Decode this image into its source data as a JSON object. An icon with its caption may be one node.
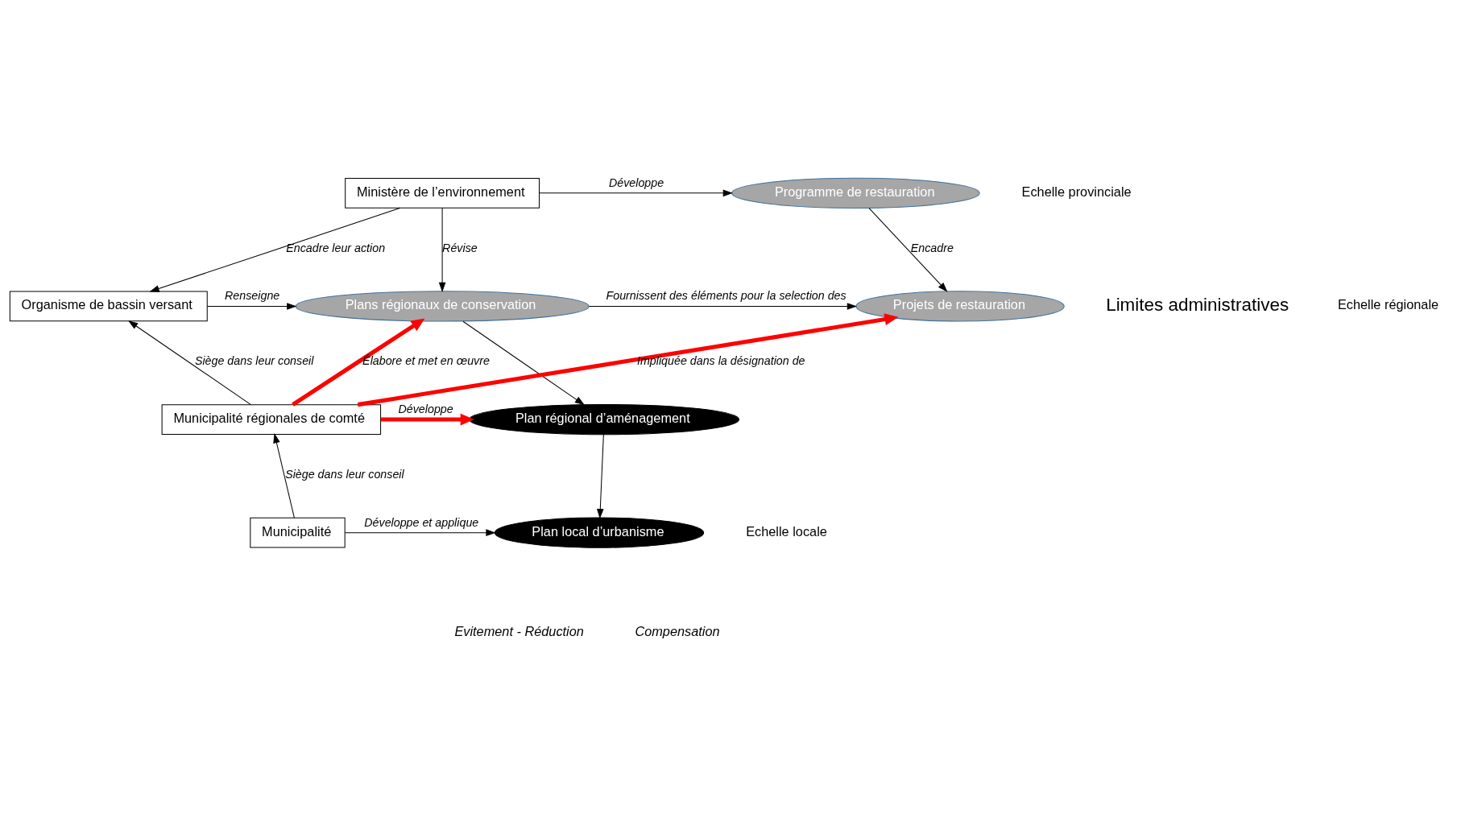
{
  "diagram": {
    "nodes": [
      {
        "text": [
          "Ministère de l’environnement"
        ]
      },
      {
        "text": [
          "Organisme de bassin versant"
        ]
      },
      {
        "text": [
          "Municipalité régionales de comté"
        ]
      },
      {
        "text": [
          "Municipalité"
        ]
      },
      {
        "text": [
          "Programme de restauration"
        ]
      },
      {
        "text": [
          "Plans régionaux de conservation"
        ]
      },
      {
        "text": [
          "Projets de restauration"
        ]
      },
      {
        "text": [
          "Plan régional d’aménagement"
        ]
      },
      {
        "text": [
          "Plan local d’urbanisme"
        ]
      }
    ],
    "edges": [
      {
        "from": 0,
        "to": 4,
        "arrow": "to",
        "label": "Développe"
      },
      {
        "from": 0,
        "to": 5,
        "arrow": "to",
        "label": "Révise"
      },
      {
        "from": 0,
        "to": 1,
        "arrow": "to",
        "label": "Encadre leur action"
      },
      {
        "from": 1,
        "to": 5,
        "arrow": "to",
        "label": "Renseigne"
      },
      {
        "from": 2,
        "to": 1,
        "arrow": "to",
        "label": "Siège dans leur conseil"
      },
      {
        "from": 3,
        "to": 2,
        "arrow": "to",
        "label": "Siège dans leur conseil"
      },
      {
        "from": 2,
        "to": 5,
        "arrow": "to",
        "label": "Élabore et met en œuvre",
        "style": "thick",
        "color": "#ff0000"
      },
      {
        "from": 2,
        "to": 7,
        "arrow": "to",
        "label": "Développe",
        "style": "thick",
        "color": "#ff0000"
      },
      {
        "from": 2,
        "to": 6,
        "arrow": "to",
        "label": "Impliquée dans la désignation de",
        "style": "thick",
        "color": "#ff0000"
      },
      {
        "from": 5,
        "to": 6,
        "arrow": "to",
        "label": "Fournissent des éléments pour la selection des"
      },
      {
        "from": 4,
        "to": 6,
        "arrow": "to",
        "label": "Encadre"
      },
      {
        "from": 5,
        "to": 7,
        "arrow": "to"
      },
      {
        "from": 7,
        "to": 8,
        "arrow": "to"
      },
      {
        "from": 3,
        "to": 8,
        "arrow": "to",
        "label": "Développe et applique"
      }
    ],
    "labels": [
      "Limites administratives",
      "Echelle provinciale",
      "Echelle régionale",
      "Echelle locale",
      "Evitement - Réduction",
      "Compensation"
    ]
  }
}
